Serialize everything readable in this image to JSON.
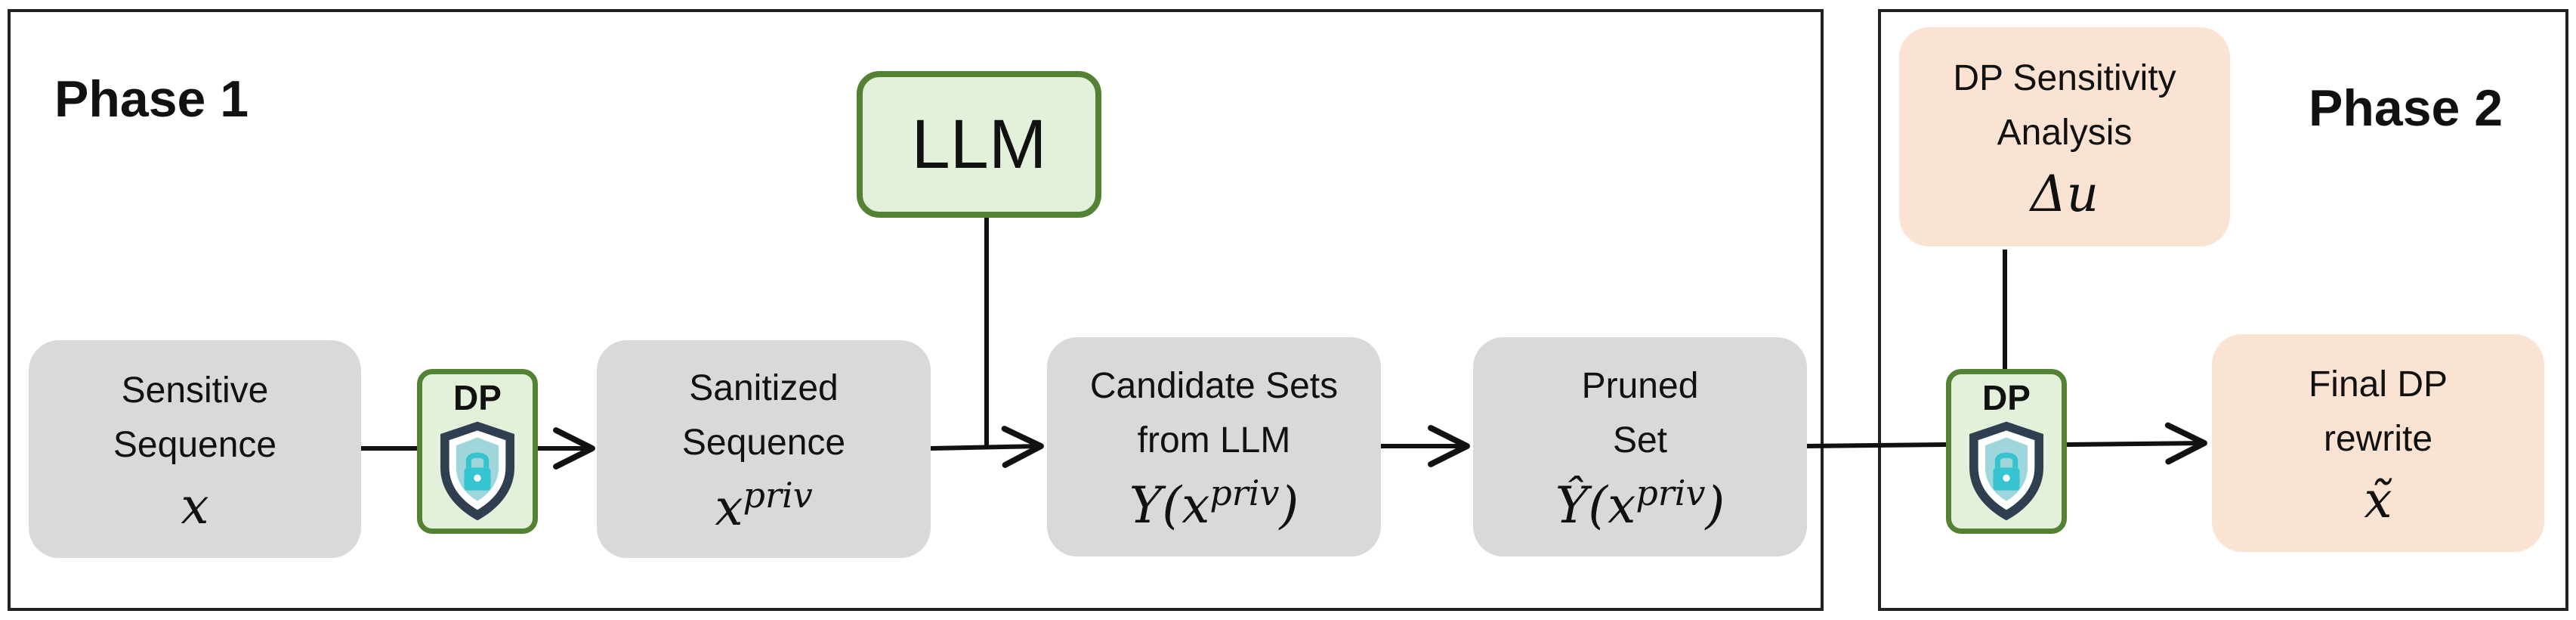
{
  "phase1": {
    "title": "Phase 1"
  },
  "phase2": {
    "title": "Phase 2"
  },
  "llm": {
    "label": "LLM"
  },
  "nodes": {
    "sensitive": {
      "line1": "Sensitive",
      "line2": "Sequence",
      "math": "x"
    },
    "sanitized": {
      "line1": "Sanitized",
      "line2": "Sequence",
      "math": "x",
      "math_sup": "priv"
    },
    "candidate": {
      "line1": "Candidate Sets",
      "line2": "from LLM",
      "math": "Y(x",
      "math_sup": "priv",
      "math_end": ")"
    },
    "pruned": {
      "line1": "Pruned",
      "line2": "Set",
      "math": "Ŷ(x",
      "math_sup": "priv",
      "math_end": ")"
    },
    "sensitivity": {
      "line1": "DP Sensitivity",
      "line2": "Analysis",
      "math": "Δu"
    },
    "final": {
      "line1": "Final DP",
      "line2": "rewrite",
      "math": "x̃"
    }
  },
  "dp_badges": [
    {
      "label": "DP"
    },
    {
      "label": "DP"
    }
  ],
  "icons": {
    "shield": "shield-lock-icon"
  },
  "colors": {
    "green_border": "#548235",
    "green_fill": "#e3f1da",
    "gray_fill": "#d9d9d9",
    "peach_fill": "#fbe3d4",
    "shield_dark": "#2f3f4f",
    "lock": "#35c4d0"
  }
}
